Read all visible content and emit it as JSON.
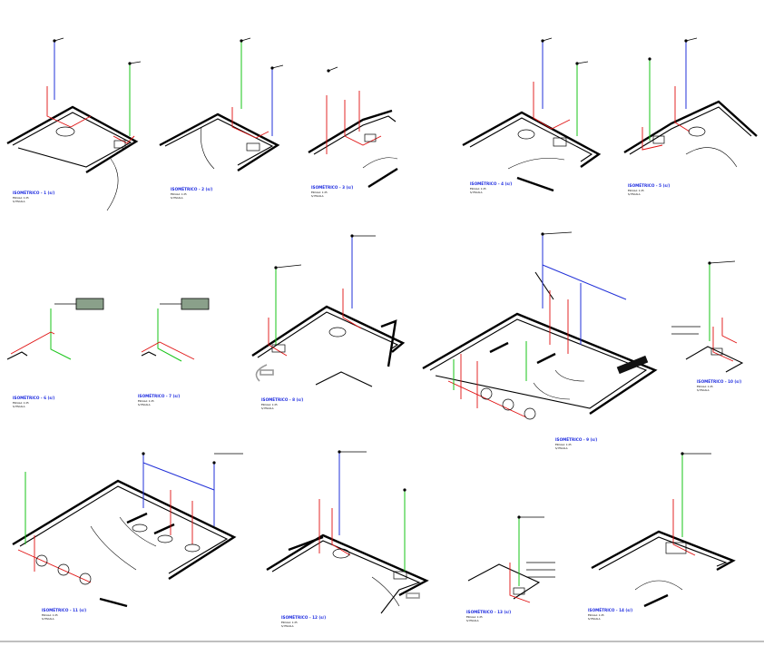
{
  "sheet": {
    "background": "#ffffff",
    "colors": {
      "cold_water": "#17c417",
      "hot_water": "#2231d8",
      "drain": "#e01010",
      "walls": "#000000"
    }
  },
  "views": [
    {
      "id": "1",
      "title": "ISOMÉTRICO - 1 (s/)",
      "sub1": "ESCALA: 1:25",
      "sub2": "S/ ESCALA"
    },
    {
      "id": "2",
      "title": "ISOMÉTRICO - 2 (s/)",
      "sub1": "ESCALA: 1:25",
      "sub2": "S/ ESCALA"
    },
    {
      "id": "3",
      "title": "ISOMÉTRICO - 3 (s/)",
      "sub1": "ESCALA: 1:25",
      "sub2": "S/ ESCALA"
    },
    {
      "id": "4",
      "title": "ISOMÉTRICO - 4 (s/)",
      "sub1": "ESCALA: 1:25",
      "sub2": "S/ ESCALA"
    },
    {
      "id": "5",
      "title": "ISOMÉTRICO - 5 (s/)",
      "sub1": "ESCALA: 1:25",
      "sub2": "S/ ESCALA"
    },
    {
      "id": "6",
      "title": "ISOMÉTRICO - 6 (s/)",
      "sub1": "ESCALA: 1:25",
      "sub2": "S/ ESCALA"
    },
    {
      "id": "7",
      "title": "ISOMÉTRICO - 7 (s/)",
      "sub1": "ESCALA: 1:25",
      "sub2": "S/ ESCALA"
    },
    {
      "id": "8",
      "title": "ISOMÉTRICO - 8 (s/)",
      "sub1": "ESCALA: 1:25",
      "sub2": "S/ ESCALA"
    },
    {
      "id": "9",
      "title": "ISOMÉTRICO - 9 (s/)",
      "sub1": "ESCALA: 1:25",
      "sub2": "S/ ESCALA"
    },
    {
      "id": "10",
      "title": "ISOMÉTRICO - 10 (s/)",
      "sub1": "ESCALA: 1:25",
      "sub2": "S/ ESCALA"
    },
    {
      "id": "11",
      "title": "ISOMÉTRICO - 11 (s/)",
      "sub1": "ESCALA: 1:25",
      "sub2": "S/ ESCALA"
    },
    {
      "id": "12",
      "title": "ISOMÉTRICO - 12 (s/)",
      "sub1": "ESCALA: 1:25",
      "sub2": "S/ ESCALA"
    },
    {
      "id": "13",
      "title": "ISOMÉTRICO - 13 (s/)",
      "sub1": "ESCALA: 1:25",
      "sub2": "S/ ESCALA"
    },
    {
      "id": "14",
      "title": "ISOMÉTRICO - 14 (s/)",
      "sub1": "ESCALA: 1:25",
      "sub2": "S/ ESCALA"
    }
  ]
}
